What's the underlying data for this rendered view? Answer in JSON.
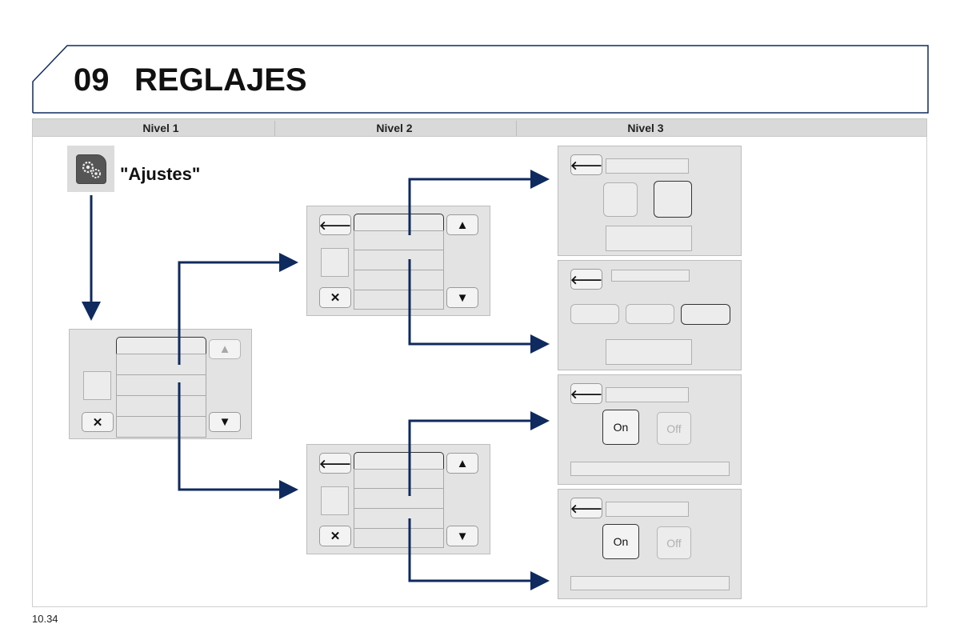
{
  "chapter": {
    "number": "09",
    "title": "REGLAJES"
  },
  "columns": [
    "Nivel 1",
    "Nivel 2",
    "Nivel 3"
  ],
  "level1": {
    "label": "\"Ajustes\"",
    "icon": "settings-gears-icon"
  },
  "buttons": {
    "back": "🡐",
    "up": "▲",
    "down": "▼",
    "close": "✕",
    "on": "On",
    "off": "Off"
  },
  "colors": {
    "arrow": "#0f2a5e",
    "panel": "#e3e3e3",
    "header_line": "#0f2a5e"
  },
  "page_number": "10.34"
}
